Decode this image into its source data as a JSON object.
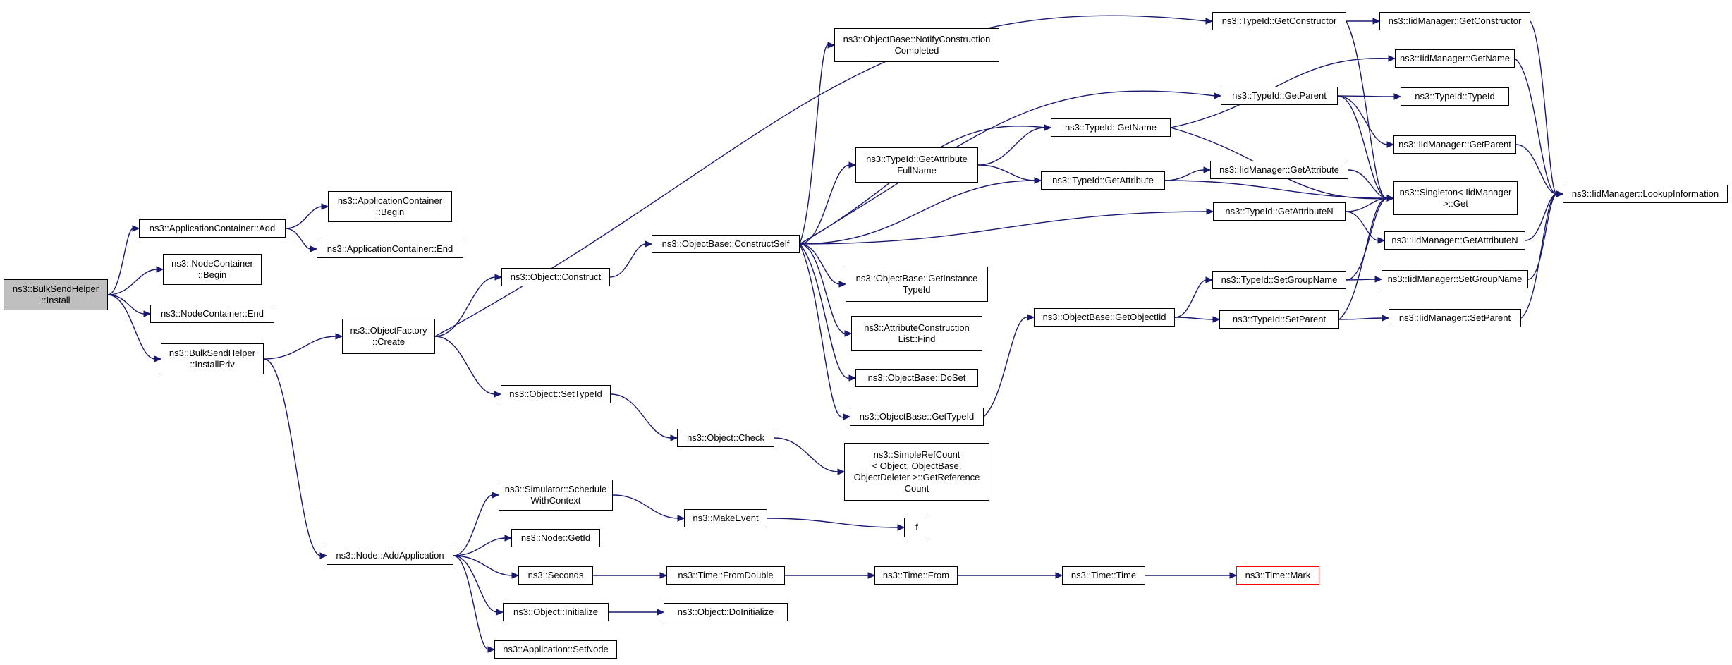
{
  "graph": {
    "edge_color": "#191970",
    "root_fill": "#bfbfbf",
    "highlight_border": "#ff0000",
    "nodes": {
      "bulk_install": "ns3::BulkSendHelper\n::Install",
      "appcont_add": "ns3::ApplicationContainer::Add",
      "nodecont_begin": "ns3::NodeContainer\n::Begin",
      "nodecont_end": "ns3::NodeContainer::End",
      "bulk_installpriv": "ns3::BulkSendHelper\n::InstallPriv",
      "appcont_begin": "ns3::ApplicationContainer\n::Begin",
      "appcont_end": "ns3::ApplicationContainer::End",
      "objfactory_create": "ns3::ObjectFactory\n::Create",
      "node_addapp": "ns3::Node::AddApplication",
      "object_construct": "ns3::Object::Construct",
      "object_settypeid": "ns3::Object::SetTypeId",
      "sim_schedule": "ns3::Simulator::Schedule\nWithContext",
      "node_getid": "ns3::Node::GetId",
      "seconds": "ns3::Seconds",
      "object_initialize": "ns3::Object::Initialize",
      "app_setnode": "ns3::Application::SetNode",
      "objbase_constructself": "ns3::ObjectBase::ConstructSelf",
      "object_check": "ns3::Object::Check",
      "makeevent": "ns3::MakeEvent",
      "time_fromdouble": "ns3::Time::FromDouble",
      "object_doinitialize": "ns3::Object::DoInitialize",
      "objbase_notify": "ns3::ObjectBase::NotifyConstruction\nCompleted",
      "typeid_getattrfullname": "ns3::TypeId::GetAttribute\nFullName",
      "objbase_getinstancetypeid": "ns3::ObjectBase::GetInstance\nTypeId",
      "attrconstr_find": "ns3::AttributeConstruction\nList::Find",
      "objbase_doset": "ns3::ObjectBase::DoSet",
      "objbase_gettypeid": "ns3::ObjectBase::GetTypeId",
      "simplerefcount": "ns3::SimpleRefCount\n< Object, ObjectBase,\n ObjectDeleter >::GetReference\nCount",
      "f": "f",
      "time_from": "ns3::Time::From",
      "typeid_getname": "ns3::TypeId::GetName",
      "typeid_getattribute": "ns3::TypeId::GetAttribute",
      "objbase_getobjectiid": "ns3::ObjectBase::GetObjectIid",
      "time_time": "ns3::Time::Time",
      "typeid_getconstructor": "ns3::TypeId::GetConstructor",
      "typeid_getparent": "ns3::TypeId::GetParent",
      "typeid_getattributen": "ns3::TypeId::GetAttributeN",
      "typeid_setgroupname": "ns3::TypeId::SetGroupName",
      "typeid_setparent": "ns3::TypeId::SetParent",
      "iid_getattribute": "ns3::IidManager::GetAttribute",
      "time_mark": "ns3::Time::Mark",
      "iid_getconstructor": "ns3::IidManager::GetConstructor",
      "iid_getname": "ns3::IidManager::GetName",
      "typeid_typeid": "ns3::TypeId::TypeId",
      "iid_getparent": "ns3::IidManager::GetParent",
      "singleton_get": "ns3::Singleton< IidManager\n >::Get",
      "iid_getattributen": "ns3::IidManager::GetAttributeN",
      "iid_setgroupname": "ns3::IidManager::SetGroupName",
      "iid_setparent": "ns3::IidManager::SetParent",
      "iid_lookup": "ns3::IidManager::LookupInformation"
    }
  }
}
